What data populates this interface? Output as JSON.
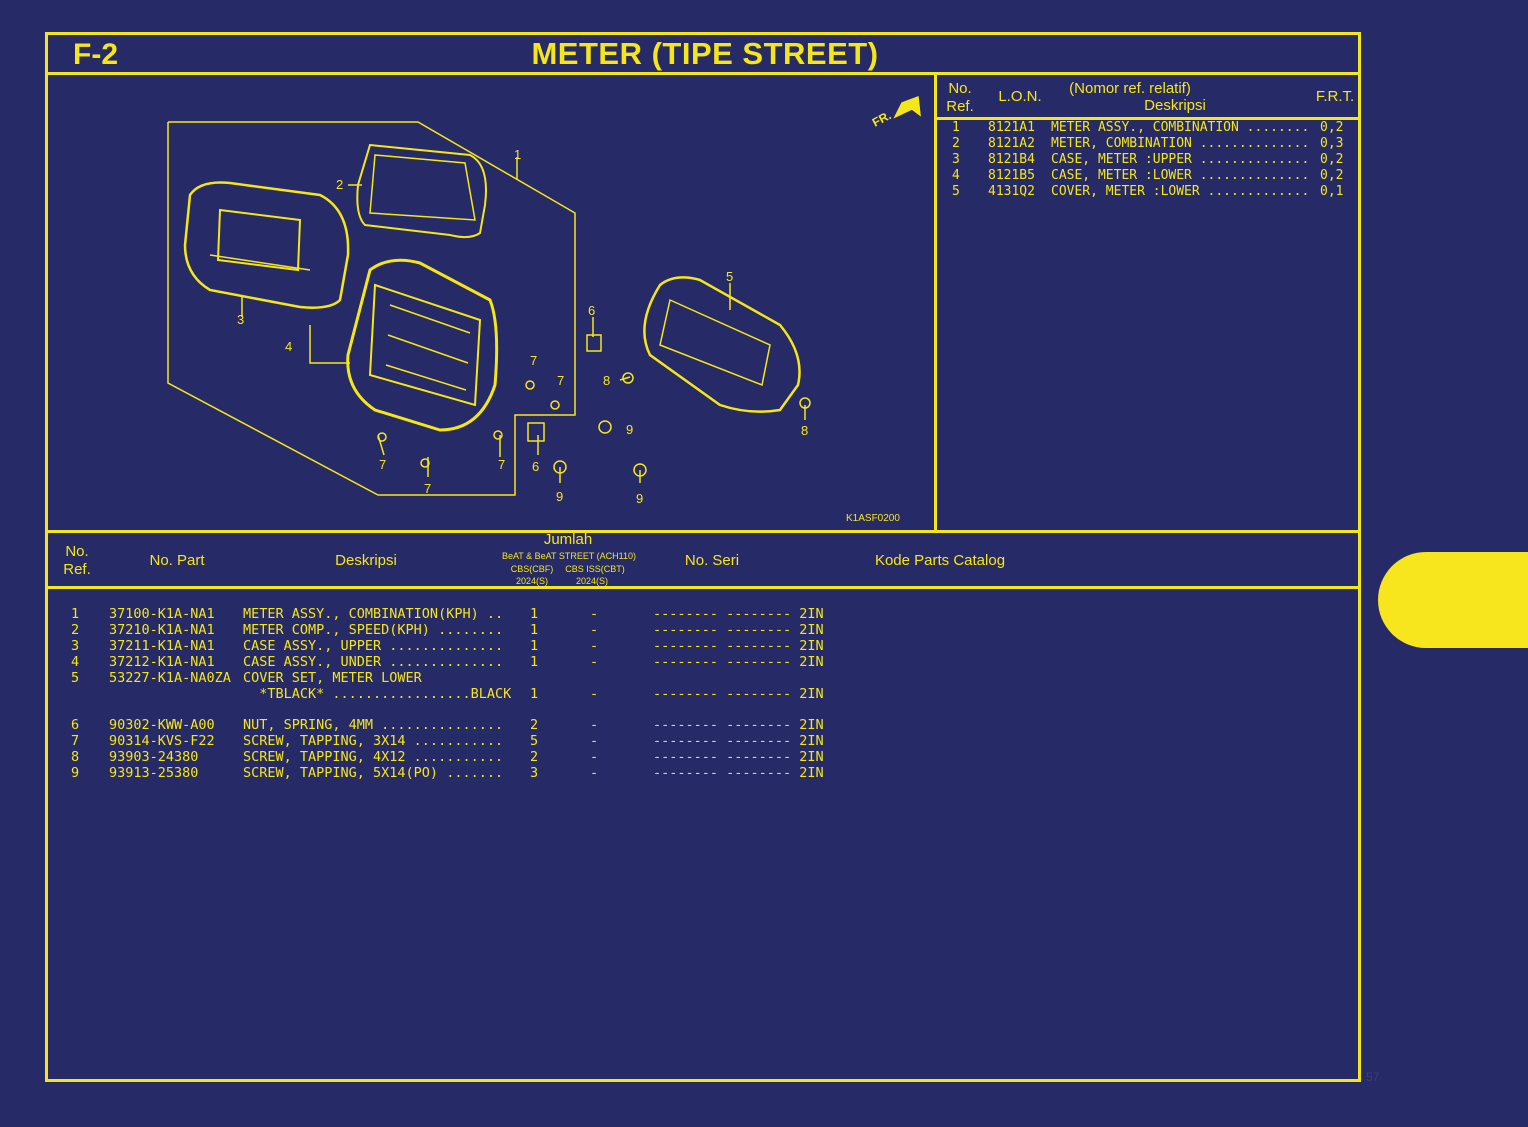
{
  "header": {
    "code": "F-2",
    "title": "METER (TIPE STREET)"
  },
  "diagram": {
    "fr_label": "FR.",
    "figure_code": "K1ASF0200",
    "callouts": [
      "1",
      "2",
      "3",
      "4",
      "5",
      "6",
      "7",
      "7",
      "7",
      "7",
      "7",
      "6",
      "8",
      "8",
      "9",
      "9",
      "9"
    ]
  },
  "ref_table": {
    "headers": {
      "no": "No.",
      "ref": "Ref.",
      "lon": "L.O.N.",
      "nomor": "(Nomor ref. relatif)",
      "desc": "Deskripsi",
      "frt": "F.R.T."
    },
    "rows": [
      {
        "no": "1",
        "lon": "8121A1",
        "desc": "METER ASSY., COMBINATION ........",
        "frt": "0,2"
      },
      {
        "no": "2",
        "lon": "8121A2",
        "desc": "METER, COMBINATION ..............",
        "frt": "0,3"
      },
      {
        "no": "3",
        "lon": "8121B4",
        "desc": "CASE, METER :UPPER ..............",
        "frt": "0,2"
      },
      {
        "no": "4",
        "lon": "8121B5",
        "desc": "CASE, METER :LOWER ..............",
        "frt": "0,2"
      },
      {
        "no": "5",
        "lon": "4131Q2",
        "desc": "COVER, METER :LOWER .............",
        "frt": "0,1"
      }
    ]
  },
  "parts_table": {
    "headers": {
      "no": "No.",
      "ref": "Ref.",
      "part": "No. Part",
      "desc": "Deskripsi",
      "jumlah": "Jumlah",
      "model": "BeAT & BeAT STREET (ACH110)",
      "col1": "CBS(CBF)",
      "col2": "CBS ISS(CBT)",
      "year1": "2024(S)",
      "year2": "2024(S)",
      "seri": "No. Seri",
      "catalog": "Kode Parts Catalog"
    },
    "rows": [
      {
        "no": "1",
        "part": "37100-K1A-NA1",
        "desc": "METER ASSY., COMBINATION(KPH) ..",
        "q1": "1",
        "q2": "-",
        "serial": "-------- -------- 2IN"
      },
      {
        "no": "2",
        "part": "37210-K1A-NA1",
        "desc": "METER COMP., SPEED(KPH) ........",
        "q1": "1",
        "q2": "-",
        "serial": "-------- -------- 2IN"
      },
      {
        "no": "3",
        "part": "37211-K1A-NA1",
        "desc": "CASE ASSY., UPPER ..............",
        "q1": "1",
        "q2": "-",
        "serial": "-------- -------- 2IN"
      },
      {
        "no": "4",
        "part": "37212-K1A-NA1",
        "desc": "CASE ASSY., UNDER ..............",
        "q1": "1",
        "q2": "-",
        "serial": "-------- -------- 2IN"
      },
      {
        "no": "5",
        "part": "53227-K1A-NA0ZA",
        "desc": "COVER SET, METER LOWER",
        "q1": "",
        "q2": "",
        "serial": ""
      },
      {
        "no": "",
        "part": "",
        "desc": "  *TBLACK* .................BLACK",
        "q1": "1",
        "q2": "-",
        "serial": "-------- -------- 2IN"
      },
      {
        "no": "6",
        "part": "90302-KWW-A00",
        "desc": "NUT, SPRING, 4MM ...............",
        "q1": "2",
        "q2": "-",
        "serial": "-------- -------- 2IN"
      },
      {
        "no": "7",
        "part": "90314-KVS-F22",
        "desc": "SCREW, TAPPING, 3X14 ...........",
        "q1": "5",
        "q2": "-",
        "serial": "-------- -------- 2IN"
      },
      {
        "no": "8",
        "part": "93903-24380",
        "desc": "SCREW, TAPPING, 4X12 ...........",
        "q1": "2",
        "q2": "-",
        "serial": "-------- -------- 2IN"
      },
      {
        "no": "9",
        "part": "93913-25380",
        "desc": "SCREW, TAPPING, 5X14(PO) .......",
        "q1": "3",
        "q2": "-",
        "serial": "-------- -------- 2IN"
      }
    ]
  },
  "page_number": "57",
  "colors": {
    "background": "#262a66",
    "accent": "#f5e61a"
  }
}
